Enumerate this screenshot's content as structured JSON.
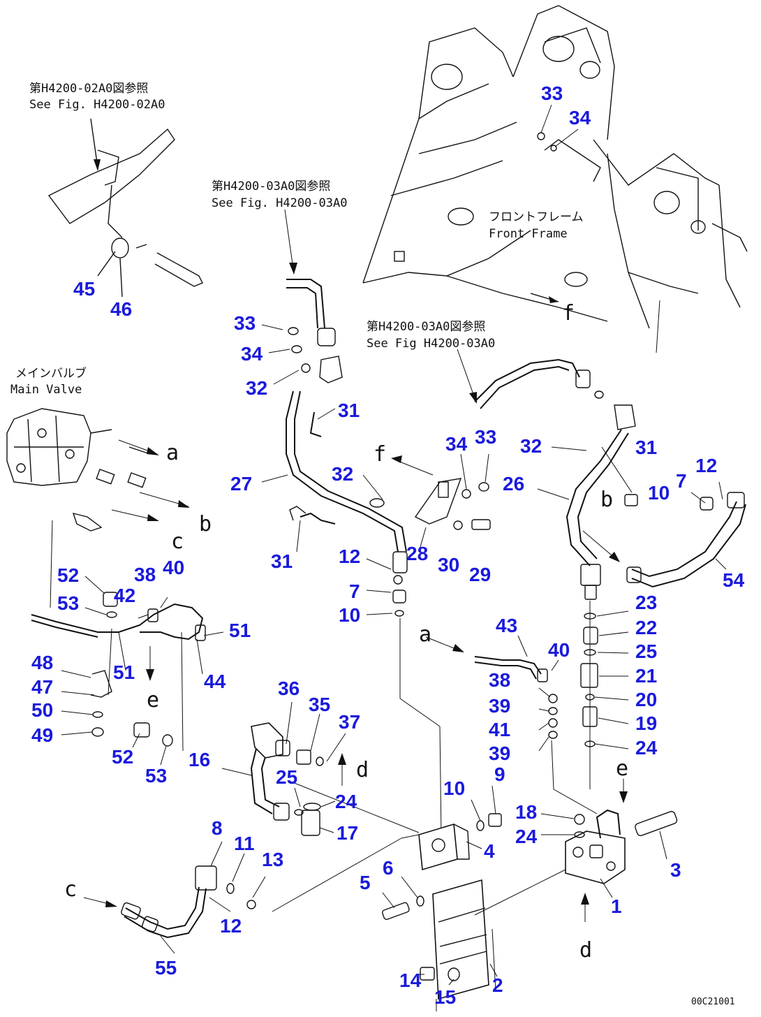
{
  "references": {
    "ref_h4200_02a0_jp": "第H4200-02A0図参照",
    "ref_h4200_02a0_en": "See Fig. H4200-02A0",
    "ref_h4200_03a0_upper_jp": "第H4200-03A0図参照",
    "ref_h4200_03a0_upper_en": "See Fig. H4200-03A0",
    "ref_h4200_03a0_right_jp": "第H4200-03A0図参照",
    "ref_h4200_03a0_right_en": "See Fig H4200-03A0"
  },
  "components": {
    "front_frame_jp": "フロントフレーム",
    "front_frame_en": "Front Frame",
    "main_valve_jp": "メインバルブ",
    "main_valve_en": "Main Valve"
  },
  "connection_letters": {
    "a_main": "a",
    "b_main": "b",
    "c_main": "c",
    "e_left": "e",
    "a_mid": "a",
    "b_right": "b",
    "c_bottom": "c",
    "d_mid": "d",
    "d_bottom": "d",
    "e_right": "e",
    "f_mid": "f",
    "f_top": "f"
  },
  "parts": {
    "p45": "45",
    "p46": "46",
    "p33a": "33",
    "p34a": "34",
    "p33b": "33",
    "p34b": "34",
    "p32a": "32",
    "p31a": "31",
    "p27": "27",
    "p32b": "32",
    "p31b": "31",
    "p12a": "12",
    "p28": "28",
    "p7a": "7",
    "p10a": "10",
    "p30": "30",
    "p29": "29",
    "p34c": "34",
    "p33c": "33",
    "p32c": "32",
    "p31c": "31",
    "p26": "26",
    "p10b": "10",
    "p7b": "7",
    "p12b": "12",
    "p54": "54",
    "p23": "23",
    "p22": "22",
    "p25a": "25",
    "p21": "21",
    "p20": "20",
    "p19": "19",
    "p24a": "24",
    "p43": "43",
    "p40a": "40",
    "p38a": "38",
    "p39a": "39",
    "p41": "41",
    "p39b": "39",
    "p52a": "52",
    "p53a": "53",
    "p42": "42",
    "p38b": "38",
    "p40b": "40",
    "p51a": "51",
    "p51b": "51",
    "p44": "44",
    "p48": "48",
    "p47": "47",
    "p50": "50",
    "p49": "49",
    "p52b": "52",
    "p53b": "53",
    "p16": "16",
    "p36": "36",
    "p35": "35",
    "p37": "37",
    "p25b": "25",
    "p24b": "24",
    "p17": "17",
    "p10c": "10",
    "p9": "9",
    "p18": "18",
    "p24c": "24",
    "p4": "4",
    "p3": "3",
    "p1": "1",
    "p8": "8",
    "p11": "11",
    "p13": "13",
    "p12c": "12",
    "p55": "55",
    "p5": "5",
    "p6": "6",
    "p14": "14",
    "p15": "15",
    "p2": "2"
  },
  "drawing_code": "00C21001"
}
